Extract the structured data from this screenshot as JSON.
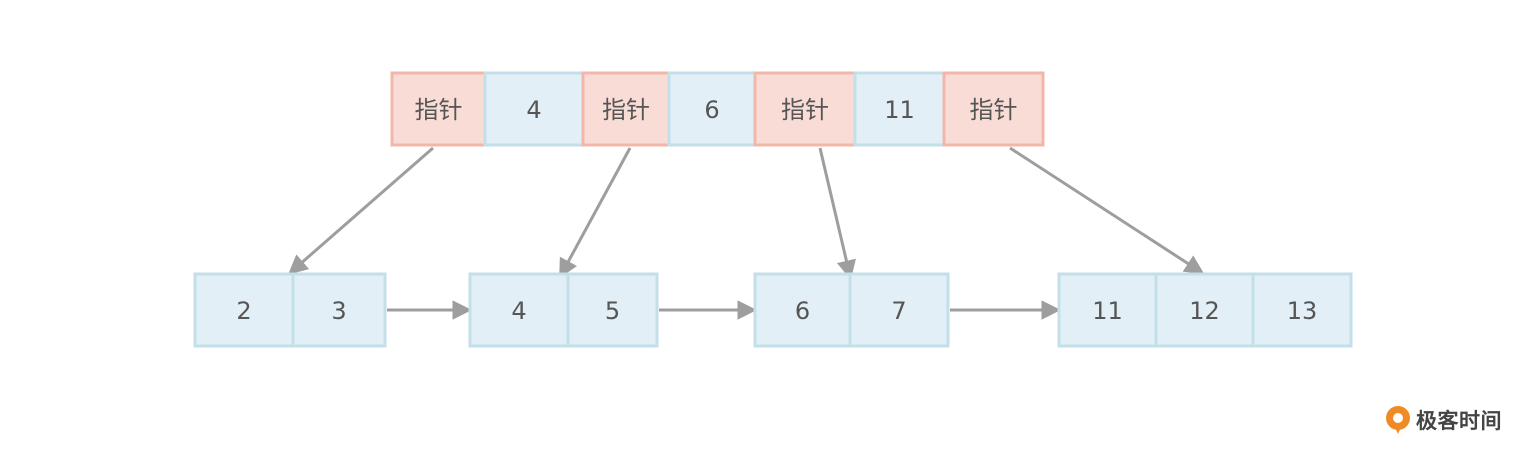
{
  "diagram": {
    "root_node": {
      "cells": [
        {
          "kind": "pointer",
          "label": "指针"
        },
        {
          "kind": "key",
          "label": "4"
        },
        {
          "kind": "pointer",
          "label": "指针"
        },
        {
          "kind": "key",
          "label": "6"
        },
        {
          "kind": "pointer",
          "label": "指针"
        },
        {
          "kind": "key",
          "label": "11"
        },
        {
          "kind": "pointer",
          "label": "指针"
        }
      ]
    },
    "leaf_nodes": [
      {
        "keys": [
          "2",
          "3"
        ]
      },
      {
        "keys": [
          "4",
          "5"
        ]
      },
      {
        "keys": [
          "6",
          "7"
        ]
      },
      {
        "keys": [
          "11",
          "12",
          "13"
        ]
      }
    ],
    "pointer_links": [
      {
        "from_root_cell": 0,
        "to_leaf": 0
      },
      {
        "from_root_cell": 2,
        "to_leaf": 1
      },
      {
        "from_root_cell": 4,
        "to_leaf": 2
      },
      {
        "from_root_cell": 6,
        "to_leaf": 3
      }
    ],
    "sibling_links": [
      {
        "from_leaf": 0,
        "to_leaf": 1
      },
      {
        "from_leaf": 1,
        "to_leaf": 2
      },
      {
        "from_leaf": 2,
        "to_leaf": 3
      }
    ],
    "colors": {
      "pointer_fill": "#fadcd6",
      "pointer_border": "#f2b7a9",
      "key_fill": "#e2eff6",
      "key_border": "#c3dfea",
      "arrow": "#9e9e9e",
      "text": "#555555",
      "logo_orange": "#f08a24"
    }
  },
  "watermark": {
    "icon": "geekbang-logo-icon",
    "text": "极客时间"
  }
}
